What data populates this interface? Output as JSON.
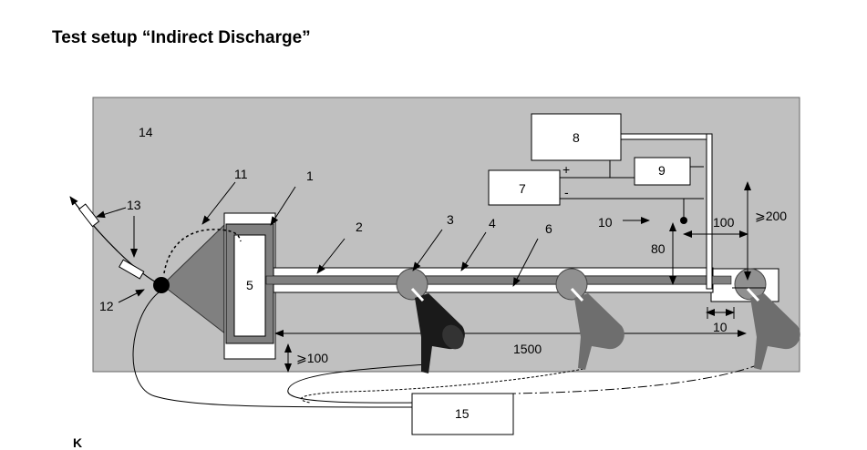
{
  "title": "Test setup “Indirect Discharge”",
  "footer_fragment": "K",
  "colors": {
    "background_plane": "#c0c0c0",
    "ground_region": "#808080",
    "probe_dark": "#1a1a1a",
    "probe_shadow": "#6e6e6e",
    "line": "#000000"
  },
  "labels": {
    "l1": "1",
    "l2": "2",
    "l3": "3",
    "l4": "4",
    "l5": "5",
    "l6": "6",
    "l7": "7",
    "l8": "8",
    "l9": "9",
    "l10": "10",
    "l11": "11",
    "l12": "12",
    "l13": "13",
    "l14": "14",
    "l15": "15"
  },
  "dimensions": {
    "d100_top": "100",
    "d200": "⩾200",
    "d80": "80",
    "d10": "10",
    "d1500": "1500",
    "d100_bottom": "⩾100"
  },
  "terminals": {
    "plus": "+",
    "minus": "-"
  }
}
